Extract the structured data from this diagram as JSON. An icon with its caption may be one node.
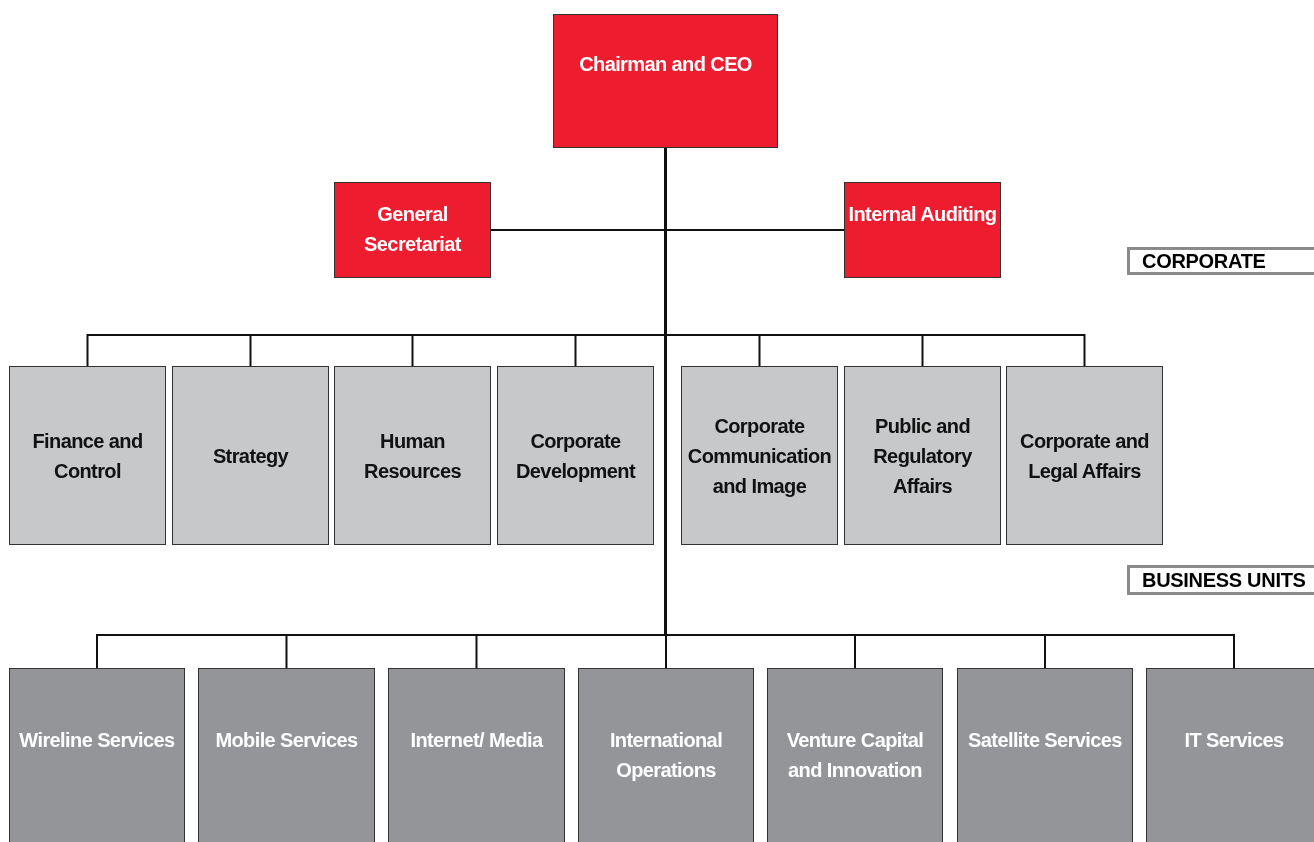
{
  "diagram": {
    "nodes": [
      {
        "text": [
          "Chairman and CEO"
        ]
      },
      {
        "text": [
          "General Secretariat"
        ]
      },
      {
        "text": [
          "Internal Auditing"
        ]
      },
      {
        "text": [
          "Finance and Control"
        ]
      },
      {
        "text": [
          "Strategy"
        ]
      },
      {
        "text": [
          "Human Resources"
        ]
      },
      {
        "text": [
          "Corporate Development"
        ]
      },
      {
        "text": [
          "Corporate Communication and Image"
        ]
      },
      {
        "text": [
          "Public and Regulatory Affairs"
        ]
      },
      {
        "text": [
          "Corporate and Legal Affairs"
        ]
      },
      {
        "text": [
          "Wireline Services"
        ]
      },
      {
        "text": [
          "Mobile Services"
        ]
      },
      {
        "text": [
          "Internet/ Media"
        ]
      },
      {
        "text": [
          "International Operations"
        ]
      },
      {
        "text": [
          "Venture Capital and Innovation"
        ]
      },
      {
        "text": [
          "Satellite Services"
        ]
      },
      {
        "text": [
          "IT Services"
        ]
      },
      {
        "text": [
          "CORPORATE"
        ]
      },
      {
        "text": [
          "BUSINESS UNITS"
        ]
      }
    ],
    "edges": [
      {
        "from": 0,
        "to": 1,
        "arrow": "none"
      },
      {
        "from": 0,
        "to": 2,
        "arrow": "none"
      },
      {
        "from": 0,
        "to": 3,
        "arrow": "none"
      },
      {
        "from": 0,
        "to": 4,
        "arrow": "none"
      },
      {
        "from": 0,
        "to": 5,
        "arrow": "none"
      },
      {
        "from": 0,
        "to": 6,
        "arrow": "none"
      },
      {
        "from": 0,
        "to": 7,
        "arrow": "none"
      },
      {
        "from": 0,
        "to": 8,
        "arrow": "none"
      },
      {
        "from": 0,
        "to": 9,
        "arrow": "none"
      },
      {
        "from": 0,
        "to": 10,
        "arrow": "none"
      },
      {
        "from": 0,
        "to": 11,
        "arrow": "none"
      },
      {
        "from": 0,
        "to": 12,
        "arrow": "none"
      },
      {
        "from": 0,
        "to": 13,
        "arrow": "none"
      },
      {
        "from": 0,
        "to": 14,
        "arrow": "none"
      },
      {
        "from": 0,
        "to": 15,
        "arrow": "none"
      },
      {
        "from": 0,
        "to": 16,
        "arrow": "none"
      }
    ]
  }
}
